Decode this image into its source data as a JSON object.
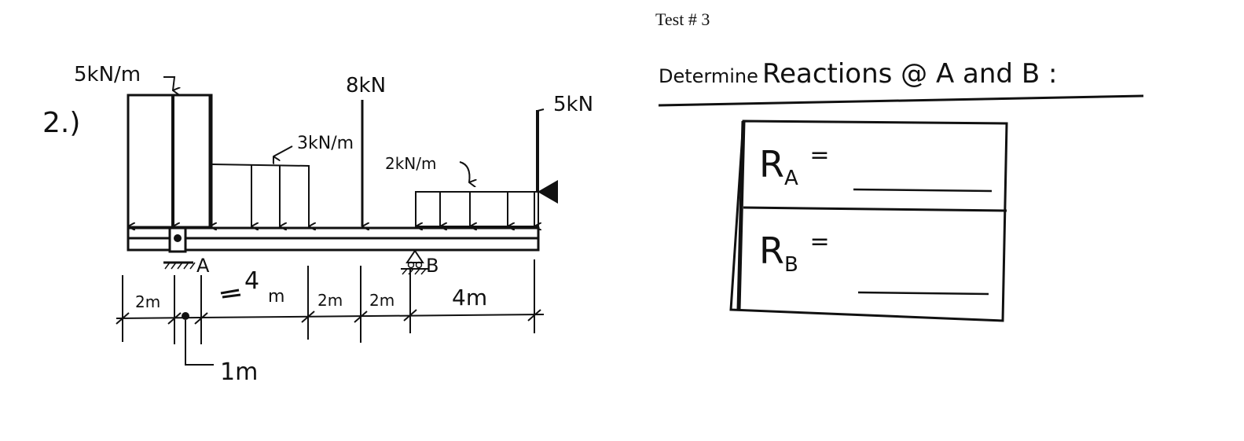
{
  "header": {
    "test_label": "Test # 3"
  },
  "problem": {
    "number": "2.)",
    "instruction_prefix": "Determine",
    "instruction_main": "Reactions @ A and B :"
  },
  "loads": {
    "udl_1": "5kN/m",
    "udl_2": "3kN/m",
    "point_1": "8kN",
    "udl_3": "2kN/m",
    "point_2": "5kN"
  },
  "supports": {
    "a": "A",
    "b": "B"
  },
  "dimensions": {
    "seg_1": "2m",
    "seg_2": "4",
    "seg_2_unit": "m",
    "seg_3": "2m",
    "seg_4": "2m",
    "seg_5": "4m",
    "pin_offset": "1m"
  },
  "answers": [
    {
      "symbol": "R",
      "subscript": "A",
      "equals": "="
    },
    {
      "symbol": "R",
      "subscript": "B",
      "equals": "="
    }
  ]
}
